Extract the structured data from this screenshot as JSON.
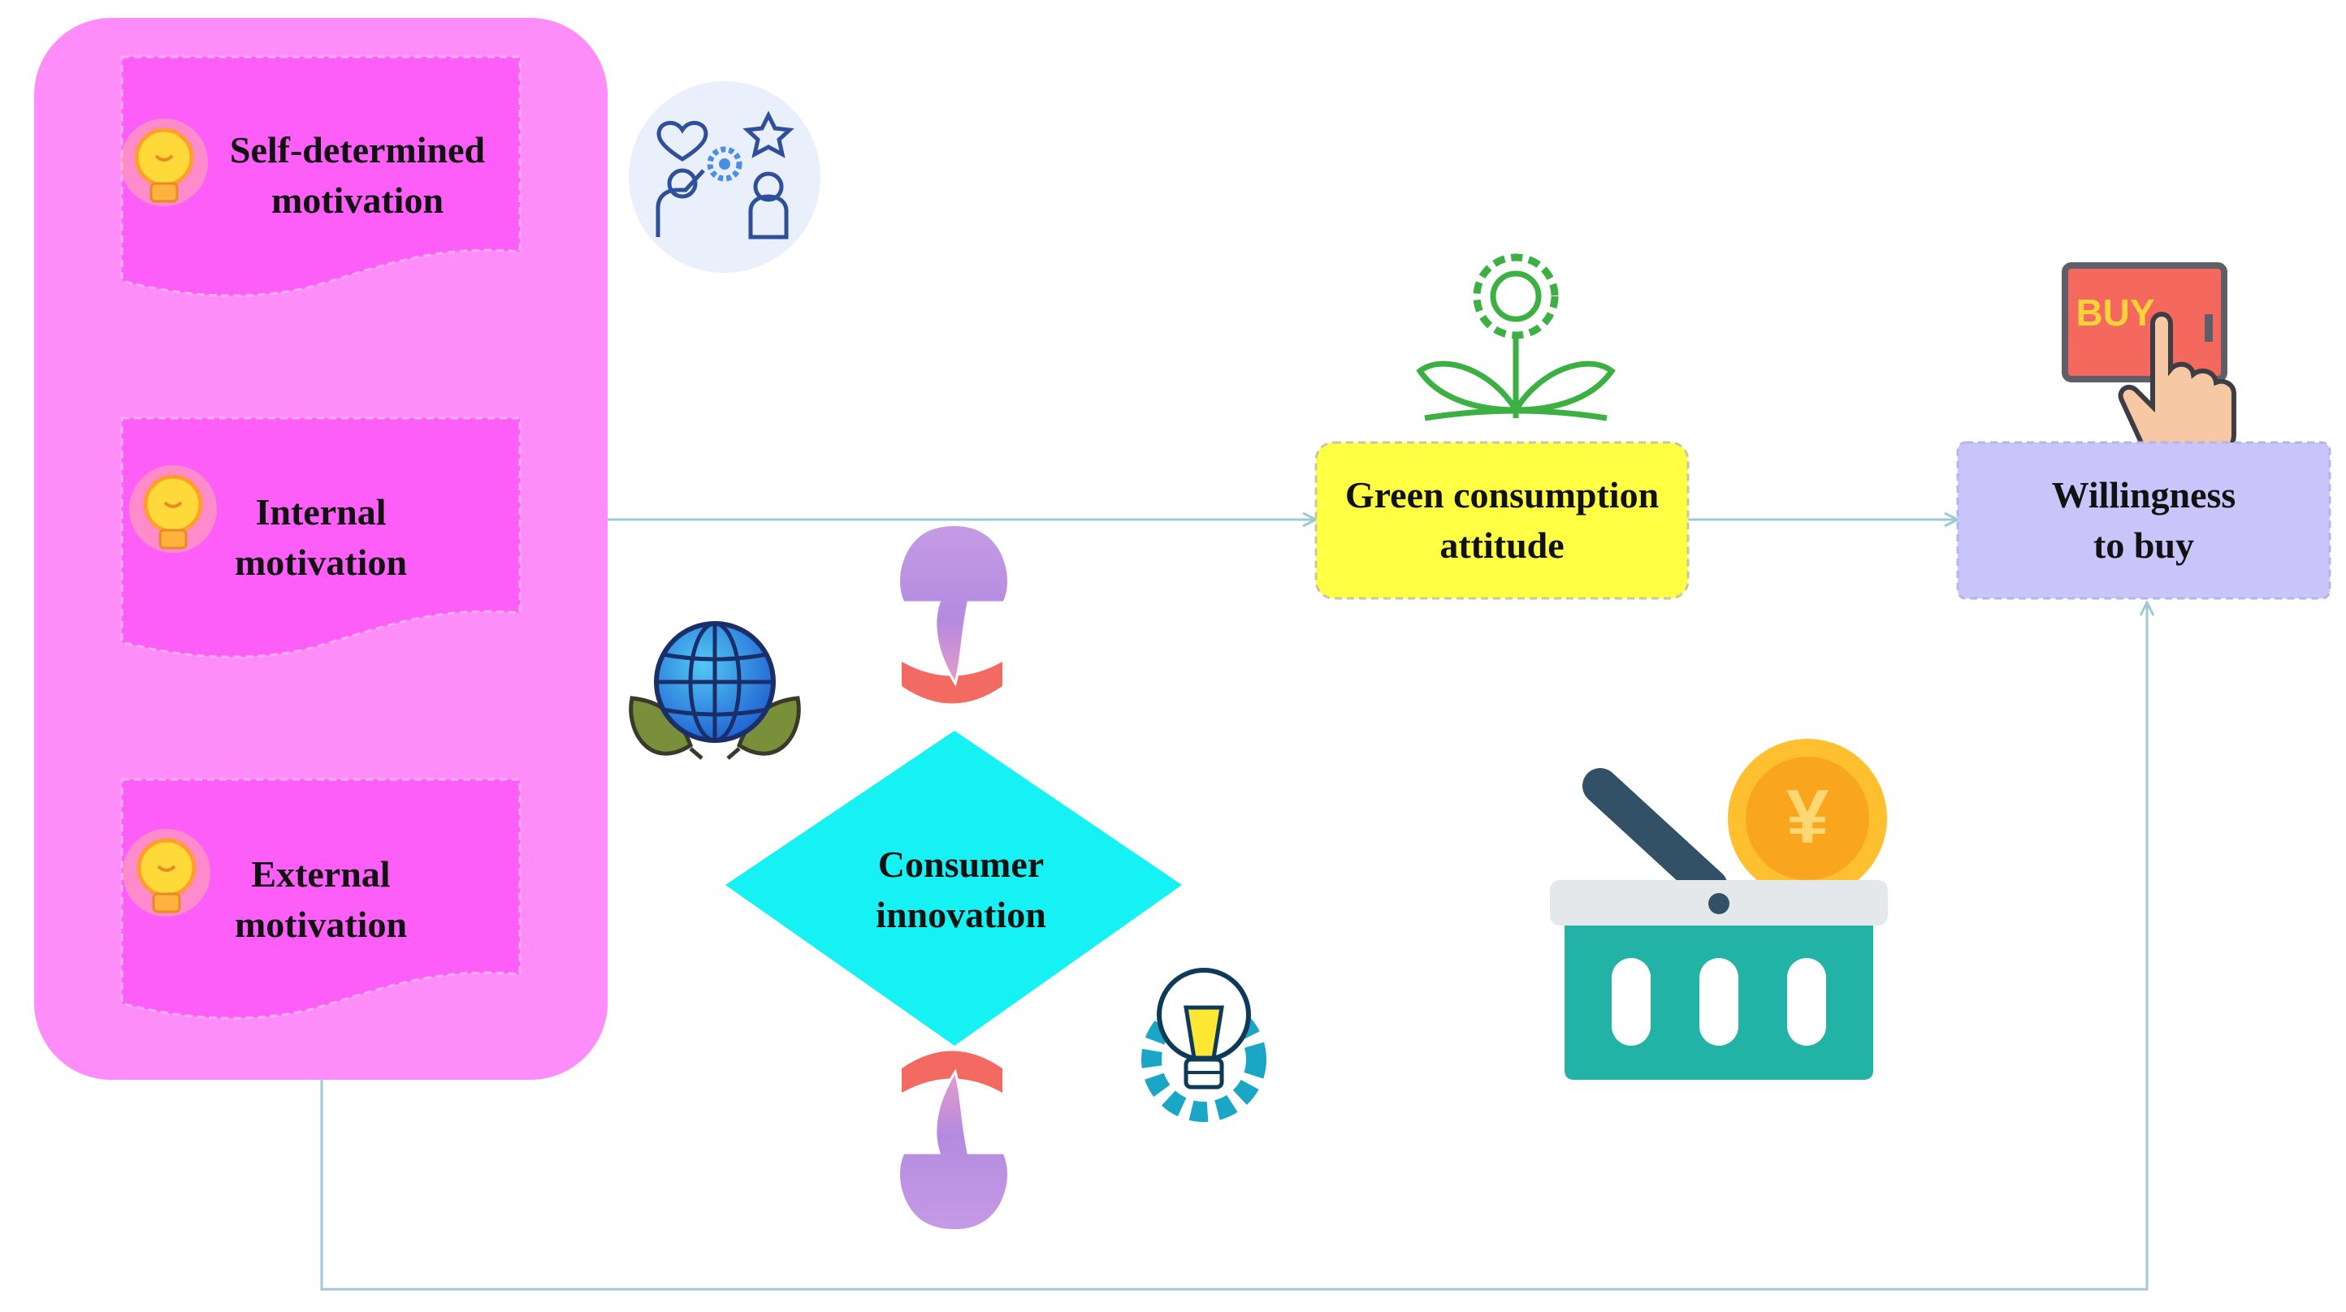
{
  "motivation_group": {
    "items": [
      {
        "line1": "Self-determined",
        "line2": "motivation",
        "icon": "lightbulb-icon"
      },
      {
        "line1": "Internal",
        "line2": "motivation",
        "icon": "lightbulb-icon"
      },
      {
        "line1": "External",
        "line2": "motivation",
        "icon": "lightbulb-icon"
      }
    ]
  },
  "attitude_node": {
    "line1": "Green consumption",
    "line2": "attitude"
  },
  "intention_node": {
    "line1": "Willingness",
    "line2": "to buy"
  },
  "moderator_node": {
    "line1": "Consumer",
    "line2": "innovation"
  },
  "buy_button_text": "BUY",
  "coin_symbol": "¥",
  "icons": [
    "people-collaboration-icon",
    "flower-gear-icon",
    "buy-button-icon",
    "globe-leaves-icon",
    "lightbulb-gear-icon",
    "shopping-basket-icon",
    "yen-coin-icon"
  ],
  "colors": {
    "group_background": "#fe8df9",
    "motivation_box": "#fd5ef8",
    "attitude_box": "#ffff44",
    "intention_box": "#c9c4fa",
    "moderator_diamond": "#16f1f3",
    "connector_line": "#9ccad6",
    "arrow_purple": "#c58ee3",
    "arrow_red": "#f26a62"
  }
}
